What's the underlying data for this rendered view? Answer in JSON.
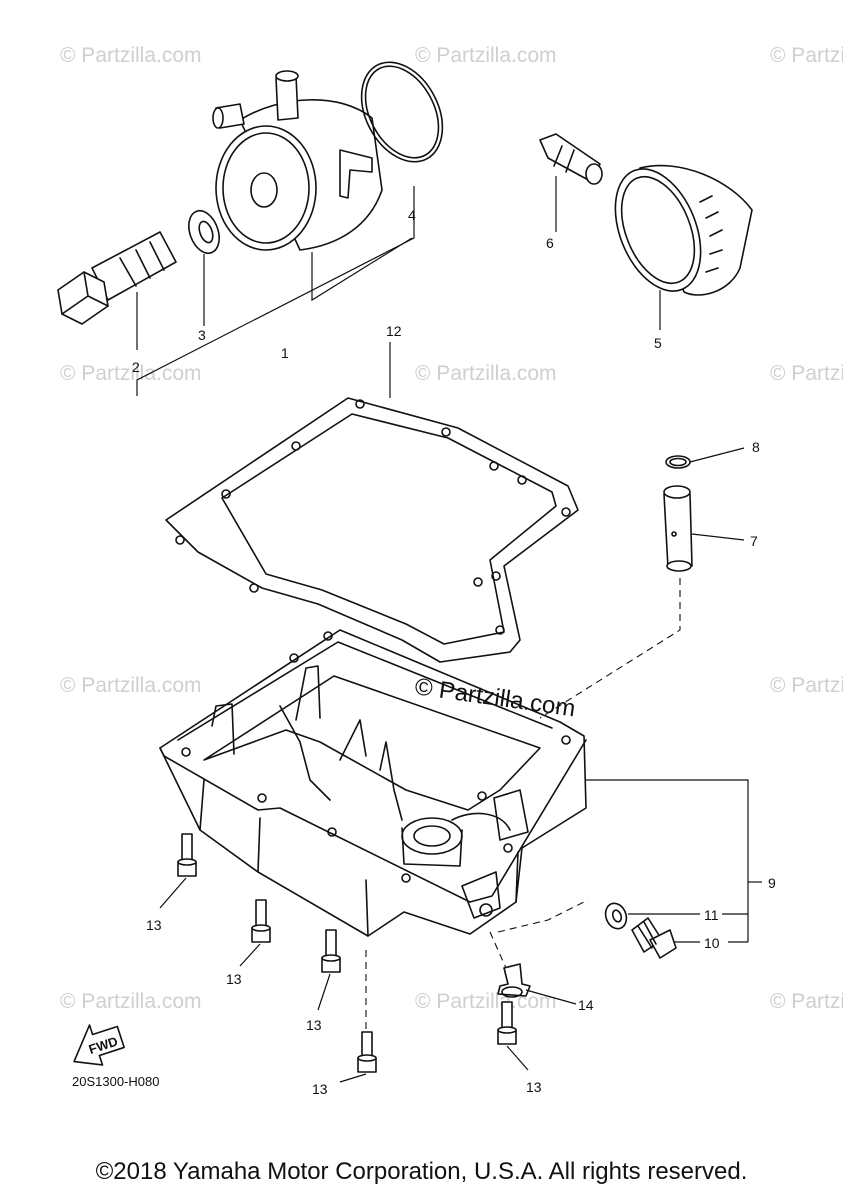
{
  "callouts": [
    "1",
    "2",
    "3",
    "4",
    "5",
    "6",
    "7",
    "8",
    "9",
    "10",
    "11",
    "12",
    "13",
    "14"
  ],
  "watermark": "© Partzilla.com",
  "watermark_center": "© Partzilla.com",
  "diagram_code": "20S1300-H080",
  "fwd_label": "FWD",
  "copyright": "©2018 Yamaha Motor Corporation, U.S.A. All rights reserved.",
  "colors": {
    "line": "#111111",
    "watermark": "#cfcfcf",
    "background": "#ffffff"
  }
}
